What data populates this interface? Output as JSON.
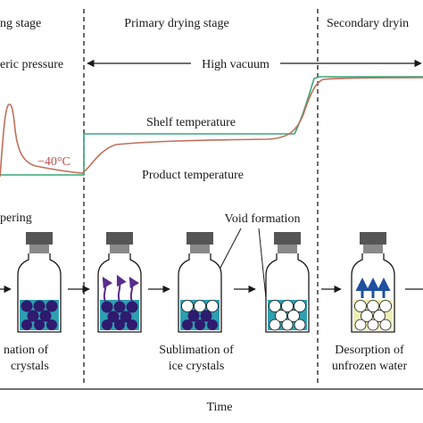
{
  "stages": {
    "freezing": "ng stage",
    "primary": "Primary drying stage",
    "secondary": "Secondary dryin"
  },
  "pressure": {
    "atmospheric": "eric pressure",
    "high_vacuum": "High vacuum"
  },
  "curves": {
    "shelf": "Shelf temperature",
    "product": "Product temperature",
    "minus40": "−40°C",
    "colors": {
      "shelf": "#3aa57a",
      "product": "#c0705a"
    }
  },
  "steps": {
    "tempering": "pering",
    "void_formation": "Void formation",
    "freezing_caption": [
      "nation of",
      "crystals"
    ],
    "sublimation_caption": [
      "Sublimation of",
      "ice crystals"
    ],
    "desorption_caption": [
      "Desorption of",
      "unfrozen water"
    ]
  },
  "axis": {
    "x_label": "Time"
  },
  "colors": {
    "ice_crystal": "#2e1a6e",
    "liquid_blue": "#2f9fb0",
    "liquid_yellow": "#eef0b8",
    "vapor_arrow": "#5a2d8c",
    "desorption_arrow": "#1f4fa0",
    "cap": "#555555"
  }
}
